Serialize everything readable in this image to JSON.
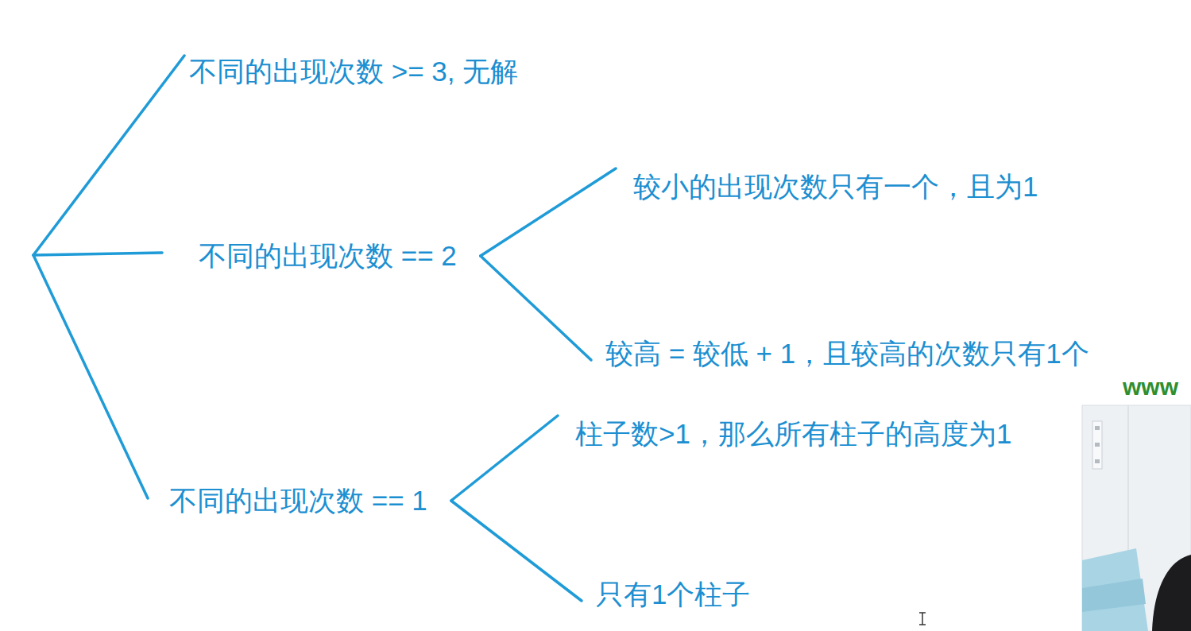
{
  "diagram": {
    "nodes": [
      {
        "text": [
          "不同的出现次数 >= 3, 无解"
        ]
      },
      {
        "text": [
          "不同的出现次数 == 2"
        ]
      },
      {
        "text": [
          "较小的出现次数只有一个，且为1"
        ]
      },
      {
        "text": [
          "较高 = 较低 + 1，且较高的次数只有1个"
        ]
      },
      {
        "text": [
          "不同的出现次数 == 1"
        ]
      },
      {
        "text": [
          "柱子数>1，那么所有柱子的高度为1"
        ]
      },
      {
        "text": [
          "只有1个柱子"
        ]
      }
    ],
    "edges": [
      {
        "from": 1,
        "to": 2,
        "arrow": "none"
      },
      {
        "from": 1,
        "to": 3,
        "arrow": "none"
      },
      {
        "from": 4,
        "to": 5,
        "arrow": "none"
      },
      {
        "from": 4,
        "to": 6,
        "arrow": "none"
      }
    ],
    "labels": [
      "www"
    ]
  }
}
